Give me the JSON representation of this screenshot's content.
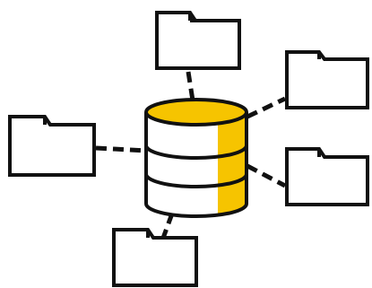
{
  "diagram": {
    "hub": {
      "icon": "database-icon",
      "accent_color": "#F6C400"
    },
    "folders": [
      {
        "icon": "folder-icon",
        "position": "top"
      },
      {
        "icon": "folder-icon",
        "position": "upper-right"
      },
      {
        "icon": "folder-icon",
        "position": "lower-right"
      },
      {
        "icon": "folder-icon",
        "position": "left"
      },
      {
        "icon": "folder-icon",
        "position": "bottom"
      }
    ],
    "connector_style": "dashed",
    "stroke_color": "#111111",
    "fill_color": "#FFFFFF"
  }
}
